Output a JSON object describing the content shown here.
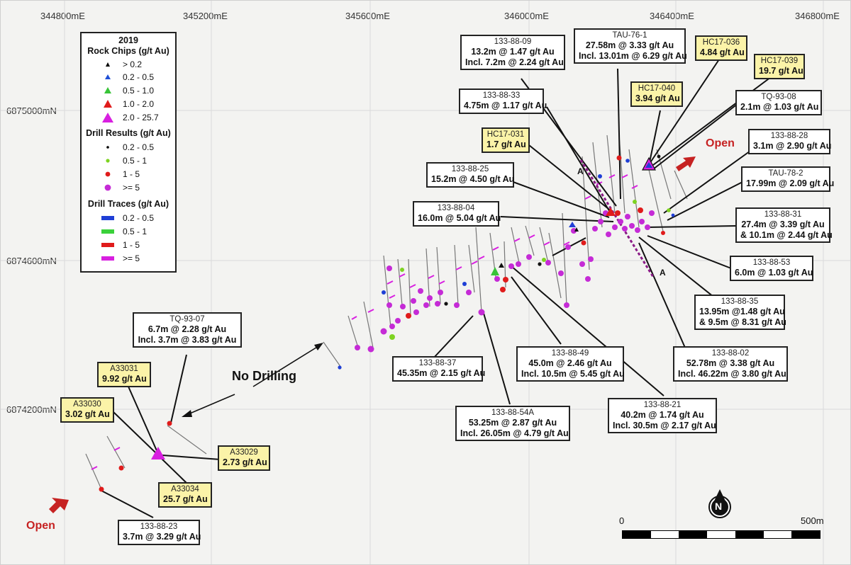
{
  "axes": {
    "eastings": [
      "344800mE",
      "345200mE",
      "345600mE",
      "346000mE",
      "346400mE",
      "346800mE"
    ],
    "northings": [
      "6875000mN",
      "6874600mN",
      "6874200mN"
    ]
  },
  "legend": {
    "year": "2019",
    "sections": [
      {
        "title": "Rock Chips (g/t Au)",
        "items": [
          {
            "label": "> 0.2",
            "symbol": "triangle",
            "color": "#000000"
          },
          {
            "label": "0.2 - 0.5",
            "symbol": "triangle",
            "color": "#1f4fd6"
          },
          {
            "label": "0.5 - 1.0",
            "symbol": "triangle",
            "color": "#38c438"
          },
          {
            "label": "1.0 - 2.0",
            "symbol": "triangle",
            "color": "#e01b1b"
          },
          {
            "label": "2.0 - 25.7",
            "symbol": "triangle",
            "color": "#d81fe0"
          }
        ]
      },
      {
        "title": "Drill Results (g/t Au)",
        "items": [
          {
            "label": "0.2 - 0.5",
            "symbol": "dot",
            "color": "#000000"
          },
          {
            "label": "0.5 - 1",
            "symbol": "dot",
            "color": "#7ed321"
          },
          {
            "label": "1 - 5",
            "symbol": "dot",
            "color": "#e01b1b"
          },
          {
            "label": ">= 5",
            "symbol": "dot",
            "color": "#c52bd6"
          }
        ]
      },
      {
        "title": "Drill Traces (g/t Au)",
        "items": [
          {
            "label": "0.2 - 0.5",
            "symbol": "bar",
            "color": "#1f3fd6"
          },
          {
            "label": "0.5 - 1",
            "symbol": "bar",
            "color": "#3ad13a"
          },
          {
            "label": "1 - 5",
            "symbol": "bar",
            "color": "#e01b1b"
          },
          {
            "label": ">= 5",
            "symbol": "bar",
            "color": "#d81fe0"
          }
        ]
      }
    ]
  },
  "callouts": [
    {
      "id": "133-88-09",
      "lines": [
        "13.2m @ 1.47 g/t Au",
        "Incl. 7.2m @ 2.24 g/t Au"
      ],
      "yellow": false
    },
    {
      "id": "TAU-76-1",
      "lines": [
        "27.58m @ 3.33 g/t Au",
        "Incl. 13.01m @ 6.29 g/t Au"
      ],
      "yellow": false
    },
    {
      "id": "HC17-036",
      "lines": [
        "4.84 g/t Au"
      ],
      "yellow": true
    },
    {
      "id": "HC17-039",
      "lines": [
        "19.7 g/t Au"
      ],
      "yellow": true
    },
    {
      "id": "133-88-33",
      "lines": [
        "4.75m @ 1.17 g/t Au"
      ],
      "yellow": false
    },
    {
      "id": "HC17-040",
      "lines": [
        "3.94 g/t Au"
      ],
      "yellow": true
    },
    {
      "id": "TQ-93-08",
      "lines": [
        "2.1m @ 1.03 g/t Au"
      ],
      "yellow": false
    },
    {
      "id": "HC17-031",
      "lines": [
        "1.7 g/t Au"
      ],
      "yellow": true
    },
    {
      "id": "133-88-28",
      "lines": [
        "3.1m @ 2.90 g/t Au"
      ],
      "yellow": false
    },
    {
      "id": "133-88-25",
      "lines": [
        "15.2m @ 4.50 g/t Au"
      ],
      "yellow": false
    },
    {
      "id": "TAU-78-2",
      "lines": [
        "17.99m @ 2.09 g/t Au"
      ],
      "yellow": false
    },
    {
      "id": "133-88-04",
      "lines": [
        "16.0m @ 5.04 g/t Au"
      ],
      "yellow": false
    },
    {
      "id": "133-88-31",
      "lines": [
        "27.4m @ 3.39 g/t Au",
        "& 10.1m @ 2.44 g/t Au"
      ],
      "yellow": false
    },
    {
      "id": "133-88-53",
      "lines": [
        "6.0m @ 1.03 g/t Au"
      ],
      "yellow": false
    },
    {
      "id": "133-88-35",
      "lines": [
        "13.95m @1.48 g/t Au",
        "& 9.5m @ 8.31 g/t Au"
      ],
      "yellow": false
    },
    {
      "id": "133-88-02",
      "lines": [
        "52.78m @ 3.38 g/t Au",
        "Incl. 46.22m @ 3.80 g/t Au"
      ],
      "yellow": false
    },
    {
      "id": "133-88-49",
      "lines": [
        "45.0m @ 2.46 g/t Au",
        "Incl. 10.5m @ 5.45 g/t Au"
      ],
      "yellow": false
    },
    {
      "id": "133-88-37",
      "lines": [
        "45.35m @ 2.15 g/t Au"
      ],
      "yellow": false
    },
    {
      "id": "133-88-54A",
      "lines": [
        "53.25m @ 2.87 g/t Au",
        "Incl. 26.05m @ 4.79 g/t Au"
      ],
      "yellow": false
    },
    {
      "id": "133-88-21",
      "lines": [
        "40.2m @ 1.74 g/t Au",
        "Incl. 30.5m @ 2.17 g/t Au"
      ],
      "yellow": false
    },
    {
      "id": "TQ-93-07",
      "lines": [
        "6.7m @ 2.28 g/t Au",
        "Incl. 3.7m @ 3.83 g/t Au"
      ],
      "yellow": false
    },
    {
      "id": "A33031",
      "lines": [
        "9.92 g/t Au"
      ],
      "yellow": true
    },
    {
      "id": "A33030",
      "lines": [
        "3.02 g/t Au"
      ],
      "yellow": true
    },
    {
      "id": "A33029",
      "lines": [
        "2.73 g/t Au"
      ],
      "yellow": true
    },
    {
      "id": "A33034",
      "lines": [
        "25.7 g/t Au"
      ],
      "yellow": true
    },
    {
      "id": "133-88-23",
      "lines": [
        "3.7m @ 3.29 g/t Au"
      ],
      "yellow": false
    }
  ],
  "annotations": {
    "no_drilling": "No Drilling",
    "open_ne": "Open",
    "open_sw": "Open",
    "section_a": "A",
    "section_a_prime": "A'"
  },
  "scale": {
    "start": "0",
    "end": "500m",
    "segments": 7
  },
  "north_arrow": "N",
  "colors": {
    "callout_yellow": "#fbf3a8",
    "open_red": "#c62222",
    "pink_trace": "#d81fe0"
  }
}
